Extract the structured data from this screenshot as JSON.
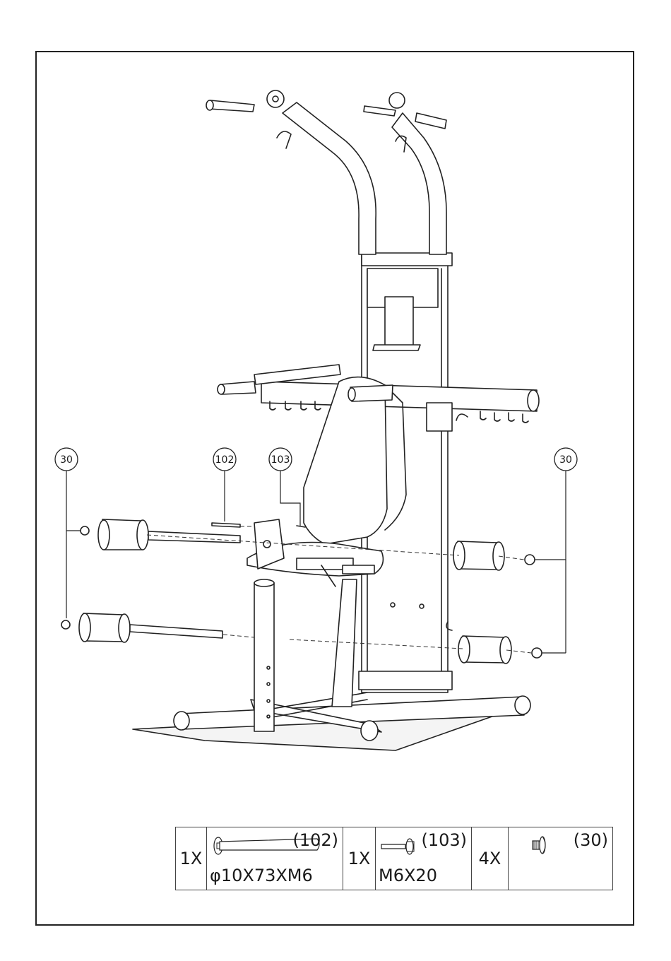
{
  "callouts": [
    {
      "id": "c30-left",
      "label": "30"
    },
    {
      "id": "c102",
      "label": "102"
    },
    {
      "id": "c103",
      "label": "103"
    },
    {
      "id": "c30-right",
      "label": "30"
    }
  ],
  "parts_table": [
    {
      "qty": "1X",
      "part_no": "(102)",
      "spec": "φ10X73XM6",
      "icon": "pin-bolt-icon"
    },
    {
      "qty": "1X",
      "part_no": "(103)",
      "spec": "M6X20",
      "icon": "bolt-icon"
    },
    {
      "qty": "4X",
      "part_no": "(30)",
      "spec": "",
      "icon": "end-cap-knob-icon"
    }
  ]
}
